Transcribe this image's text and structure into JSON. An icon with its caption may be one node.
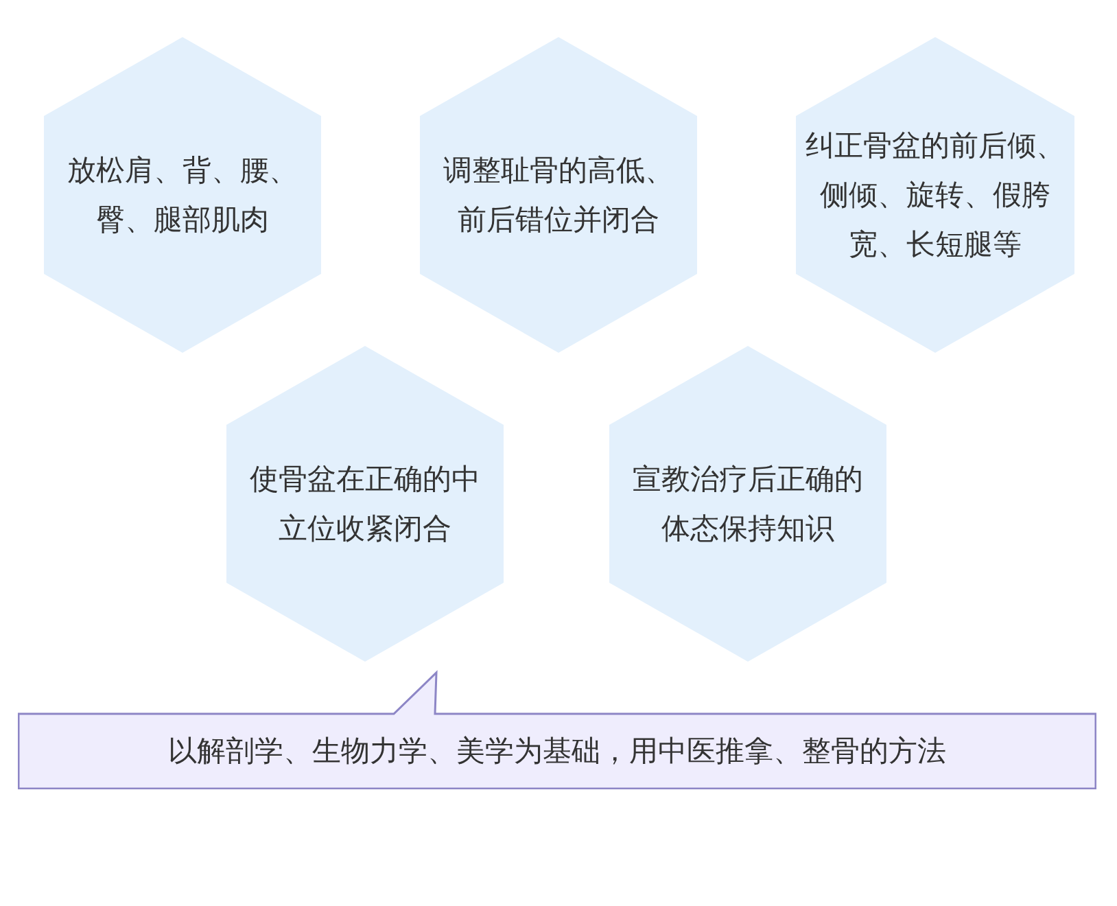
{
  "diagram": {
    "nodes": [
      {
        "text": [
          "放松肩、背、腰、臀、腿部肌肉"
        ]
      },
      {
        "text": [
          "调整耻骨的高低、前后错位并闭合"
        ]
      },
      {
        "text": [
          "纠正骨盆的前后倾、侧倾、旋转、假胯宽、长短腿等"
        ]
      },
      {
        "text": [
          "使骨盆在正确的中立位收紧闭合"
        ]
      },
      {
        "text": [
          "宣教治疗后正确的体态保持知识"
        ]
      },
      {
        "text": [
          "以解剖学、生物力学、美学为基础，用中医推拿、整骨的方法"
        ]
      }
    ]
  }
}
